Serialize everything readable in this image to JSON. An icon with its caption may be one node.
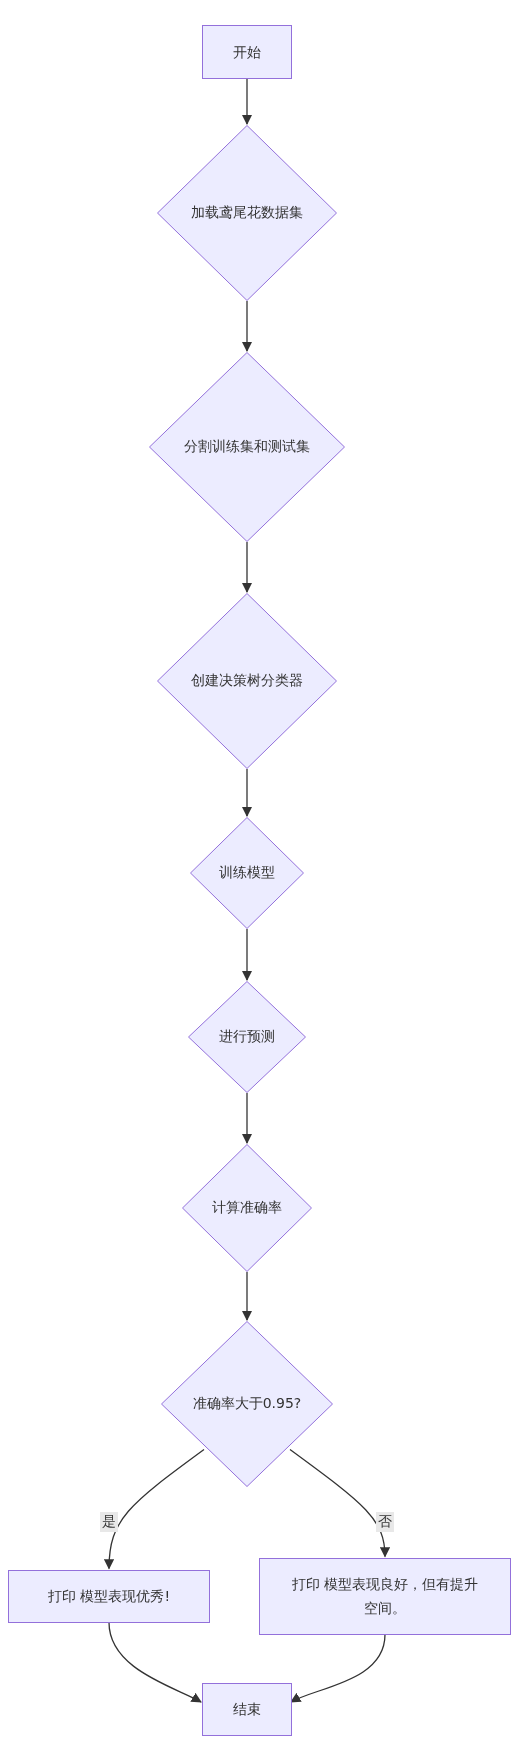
{
  "diagram": {
    "nodes": [
      {
        "text": [
          "开始"
        ]
      },
      {
        "text": [
          "加载鸢尾花数据集"
        ]
      },
      {
        "text": [
          "分割训练集和测试集"
        ]
      },
      {
        "text": [
          "创建决策树分类器"
        ]
      },
      {
        "text": [
          "训练模型"
        ]
      },
      {
        "text": [
          "进行预测"
        ]
      },
      {
        "text": [
          "计算准确率"
        ]
      },
      {
        "text": [
          "准确率大于0.95?"
        ]
      },
      {
        "text": [
          "打印 模型表现优秀!"
        ]
      },
      {
        "text": [
          "打印 模型表现良好，但有提升空间。"
        ]
      },
      {
        "text": [
          "结束"
        ]
      }
    ],
    "edges": [
      {
        "from": 0,
        "to": 1,
        "arrow": "to"
      },
      {
        "from": 1,
        "to": 2,
        "arrow": "to"
      },
      {
        "from": 2,
        "to": 3,
        "arrow": "to"
      },
      {
        "from": 3,
        "to": 4,
        "arrow": "to"
      },
      {
        "from": 4,
        "to": 5,
        "arrow": "to"
      },
      {
        "from": 5,
        "to": 6,
        "arrow": "to"
      },
      {
        "from": 6,
        "to": 7,
        "arrow": "to"
      },
      {
        "from": 7,
        "to": 8,
        "arrow": "to",
        "label": "是"
      },
      {
        "from": 7,
        "to": 9,
        "arrow": "to",
        "label": "否"
      },
      {
        "from": 8,
        "to": 10,
        "arrow": "to"
      },
      {
        "from": 9,
        "to": 10,
        "arrow": "to"
      }
    ]
  }
}
